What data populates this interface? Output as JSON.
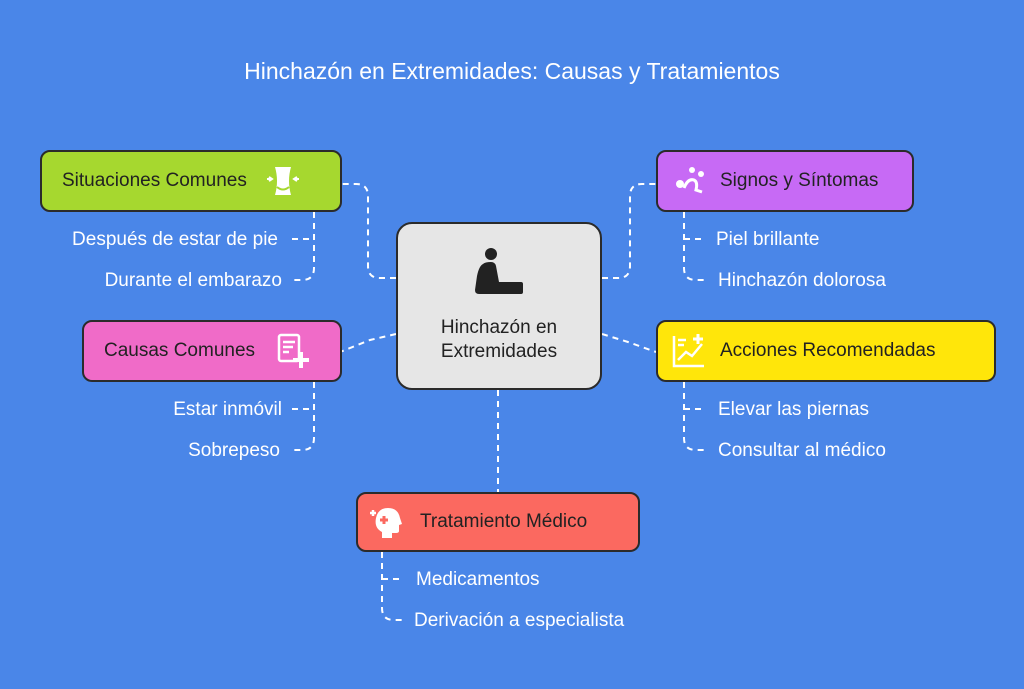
{
  "title": "Hinchazón en Extremidades: Causas y Tratamientos",
  "center": {
    "line1": "Hinchazón en",
    "line2": "Extremidades",
    "icon": "person-kneeling-icon"
  },
  "colors": {
    "background": "#4a86e8",
    "situaciones": "#a6d82f",
    "causas": "#f06bc8",
    "signos": "#c76af5",
    "acciones": "#ffe60a",
    "tratamiento": "#fb6960",
    "center": "#e6e6e6"
  },
  "branches": {
    "situaciones": {
      "label": "Situaciones Comunes",
      "icon": "waist-icon",
      "items": [
        "Después de estar de pie",
        "Durante el embarazo"
      ]
    },
    "causas": {
      "label": "Causas Comunes",
      "icon": "medical-report-icon",
      "items": [
        "Estar inmóvil",
        "Sobrepeso"
      ]
    },
    "signos": {
      "label": "Signos y Síntomas",
      "icon": "pills-person-icon",
      "items": [
        "Piel brillante",
        "Hinchazón dolorosa"
      ]
    },
    "acciones": {
      "label": "Acciones Recomendadas",
      "icon": "growth-chart-icon",
      "items": [
        "Elevar las piernas",
        "Consultar al médico"
      ]
    },
    "tratamiento": {
      "label": "Tratamiento Médico",
      "icon": "head-health-icon",
      "items": [
        "Medicamentos",
        "Derivación a especialista"
      ]
    }
  }
}
